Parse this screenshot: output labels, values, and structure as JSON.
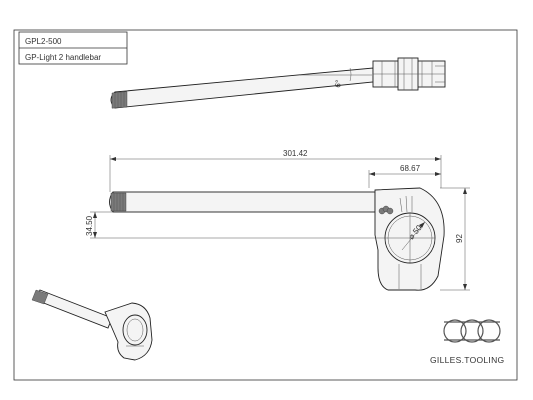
{
  "title_block": {
    "part_number": "GPL2-500",
    "description": "GP-Light 2 handlebar"
  },
  "dimensions": {
    "angle": "6°",
    "overall_length": "301.42",
    "clamp_length": "68.67",
    "height": "92",
    "tube_offset": "34.50",
    "bore_diameter": "⌀ 50"
  },
  "brand": {
    "name": "GILLES.TOOLING"
  },
  "colors": {
    "line": "#333333",
    "grip": "#7a7a7a"
  }
}
